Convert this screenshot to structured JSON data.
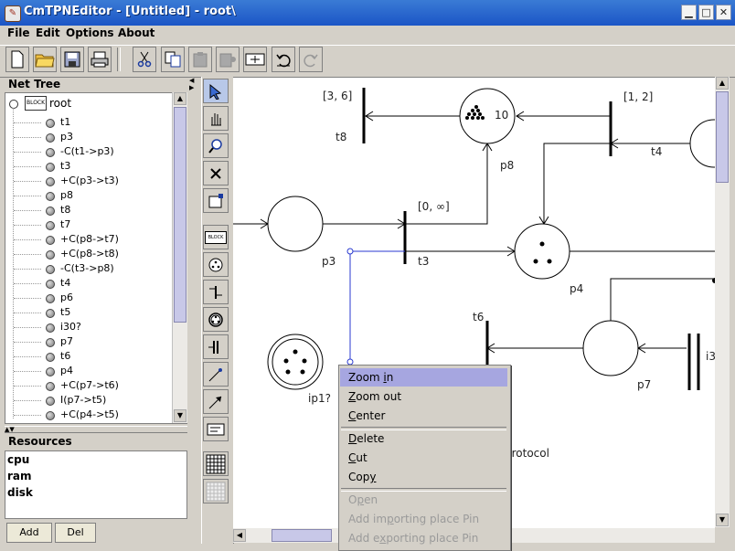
{
  "window": {
    "title": "CmTPNEditor - [Untitled] - root\\"
  },
  "menubar": [
    "File",
    "Edit",
    "Options",
    "About"
  ],
  "toolbar": {
    "icons": [
      "new-file-icon",
      "open-folder-icon",
      "save-icon",
      "print-icon",
      "cut-icon",
      "copy-icon",
      "paste-icon",
      "paste-special-icon",
      "fit-view-icon",
      "undo-icon",
      "redo-icon"
    ]
  },
  "net_tree": {
    "header": "Net Tree",
    "root": {
      "badge": "BLOCK",
      "label": "root"
    },
    "items": [
      "t1",
      "p3",
      "-C(t1->p3)",
      "t3",
      "+C(p3->t3)",
      "p8",
      "t8",
      "t7",
      "+C(p8->t7)",
      "+C(p8->t8)",
      "-C(t3->p8)",
      "t4",
      "p6",
      "t5",
      "i30?",
      "p7",
      "t6",
      "p4",
      "+C(p7->t6)",
      "I(p7->t5)",
      "+C(p4->t5)"
    ]
  },
  "resources": {
    "header": "Resources",
    "items": [
      "cpu",
      "ram",
      "disk"
    ],
    "add_label": "Add",
    "del_label": "Del"
  },
  "palette": {
    "tools": [
      "select-arrow-icon",
      "hand-icon",
      "zoom-icon",
      "delete-x-icon",
      "properties-icon",
      "block-icon",
      "place-token-icon",
      "immediate-transition-icon",
      "marked-place-icon",
      "timed-transition-icon",
      "arc-icon",
      "inhibitor-arc-icon",
      "label-icon",
      "grid-on-icon",
      "grid-off-icon"
    ],
    "block_badge": "BLOCK"
  },
  "canvas": {
    "labels": {
      "t8_interval": "[3, 6]",
      "t8": "t8",
      "p8_tokens": "10",
      "p8": "p8",
      "t4_interval": "[1, 2]",
      "t4": "t4",
      "t3_interval": "[0, ∞]",
      "p3": "p3",
      "t3": "t3",
      "p4": "p4",
      "t6": "t6",
      "p7": "p7",
      "ip1": "ip1?",
      "i3": "i3",
      "protocol": "protocol"
    }
  },
  "context_menu": {
    "items": [
      {
        "label": "Zoom in",
        "mnemonic": "i",
        "enabled": true,
        "highlighted": true
      },
      {
        "label": "Zoom out",
        "mnemonic": "Z",
        "enabled": true
      },
      {
        "label": "Center",
        "mnemonic": "C",
        "enabled": true
      },
      {
        "label": "Delete",
        "mnemonic": "D",
        "enabled": true
      },
      {
        "label": "Cut",
        "mnemonic": "C",
        "enabled": true
      },
      {
        "label": "Copy",
        "mnemonic": "y",
        "enabled": true
      },
      {
        "label": "Open",
        "mnemonic": "p",
        "enabled": false
      },
      {
        "label": "Add importing place Pin",
        "mnemonic": "p",
        "enabled": false
      },
      {
        "label": "Add exporting place Pin",
        "mnemonic": "x",
        "enabled": false
      }
    ]
  },
  "colors": {
    "highlight": "#a6a6e0",
    "title_bar": "#2a62d0",
    "window_bg": "#d4d0c8"
  }
}
